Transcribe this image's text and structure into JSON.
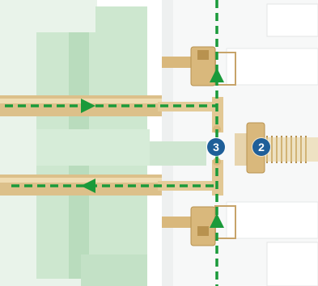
{
  "colors": {
    "background": "#ffffff",
    "frame": "#f1f2f2",
    "frame_edge": "#e3e5e5",
    "green_body": "#cde7cf",
    "green_dark": "#b9dcbd",
    "brass": "#d9b87c",
    "brass_dark": "#b8924f",
    "flow_arrow": "#1a9a3a",
    "badge": "#1f5f99",
    "spring": "#c8a560"
  },
  "icons": {
    "flow": "dashed-flow-arrow-icon",
    "callout": "numbered-callout-badge"
  },
  "callouts": [
    {
      "number": "3",
      "color": "#1f5f99"
    },
    {
      "number": "2",
      "color": "#1f5f99"
    }
  ],
  "flow_arrows": [
    {
      "name": "flow-arrow-inlet-top",
      "direction": "right"
    },
    {
      "name": "flow-arrow-outlet-bottom",
      "direction": "left"
    },
    {
      "name": "flow-arrow-vertical-up-top",
      "direction": "up"
    },
    {
      "name": "flow-arrow-vertical-up-bottom",
      "direction": "up"
    }
  ]
}
